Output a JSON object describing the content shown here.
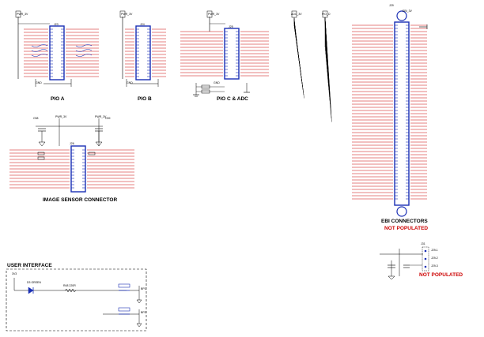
{
  "sections": {
    "pio_a": "PIO A",
    "pio_b": "PIO B",
    "pio_c_adc": "PIO C & ADC",
    "image_sensor": "IMAGE SENSOR CONNECTOR",
    "ebi": "EBI CONNECTORS",
    "not_populated_ebi": "NOT POPULATED",
    "not_populated_jumper": "NOT POPULATED",
    "user_interface": "USER INTERFACE"
  },
  "refs": {
    "j23": "J23",
    "j24": "J24",
    "j25": "J25",
    "j26": "J26",
    "j29": "J29",
    "pwr_top_a": "PWR_3V",
    "pwr_top_b": "PWR_3V",
    "pwr_top_c": "PWR_3V",
    "adc_top": "ADC_3V",
    "pio_d_top": "PIO_D",
    "ebi_top": "EBI_3V",
    "gnd_a": "GND",
    "gnd_b": "GND",
    "gnd_c": "GND",
    "c_left": "C58",
    "c_right": "C59",
    "pw_left": "PWR_3V",
    "pw_right": "PWR_3V",
    "r_led": "R48 220R",
    "led": "D3 GREEN",
    "v3": "3V3",
    "sw1": "BP1",
    "sw2": "BP2",
    "jumper_j": "J31",
    "jumper_labels": [
      "J29-1",
      "J29-2",
      "J29-3"
    ]
  },
  "colors": {
    "wire": "#000000",
    "net": "#cc0000",
    "pin": "#1a2fb5",
    "connector": "#1a2fb5"
  }
}
